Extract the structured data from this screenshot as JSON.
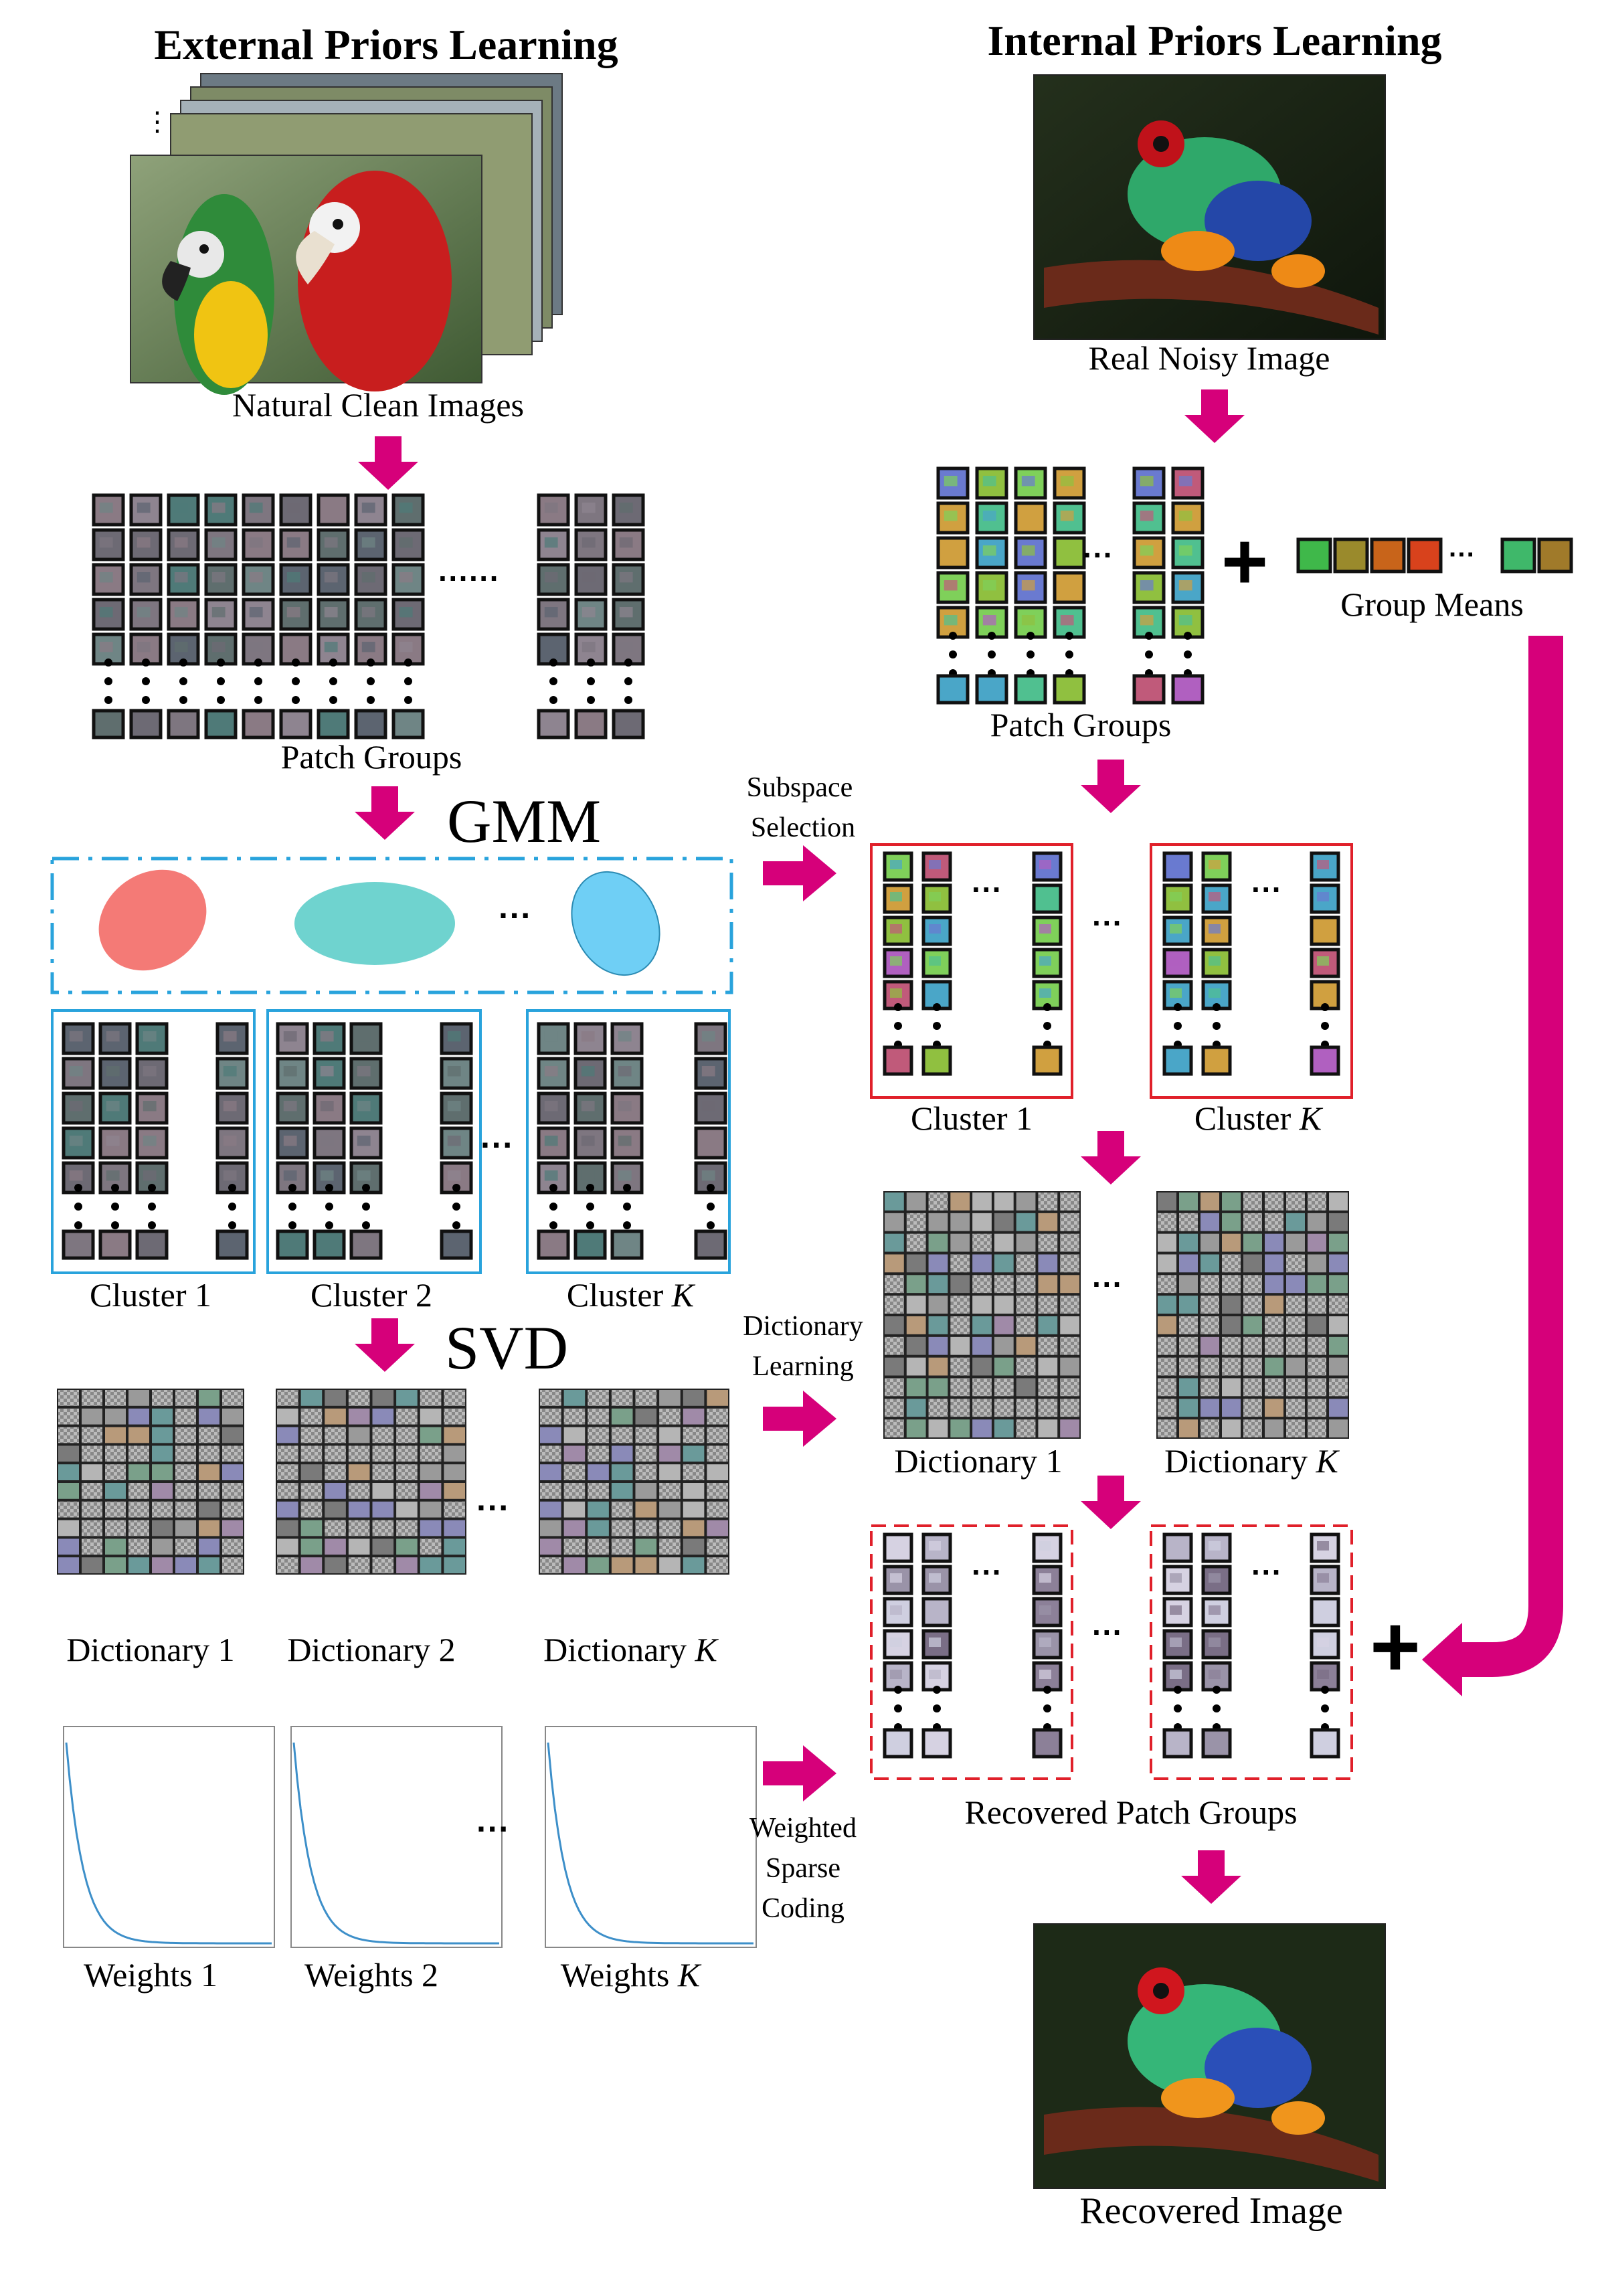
{
  "headings": {
    "external": "External Priors Learning",
    "internal": "Internal Priors Learning"
  },
  "labels": {
    "natural_clean_images": "Natural Clean Images",
    "patch_groups_left": "Patch Groups",
    "gmm": "GMM",
    "svd": "SVD",
    "cluster_1": "Cluster 1",
    "cluster_2": "Cluster 2",
    "cluster_k_prefix": "Cluster",
    "k": "K",
    "dictionary_1": "Dictionary 1",
    "dictionary_2": "Dictionary 2",
    "dictionary_k_prefix": "Dictionary",
    "weights_1": "Weights 1",
    "weights_2": "Weights 2",
    "weights_k_prefix": "Weights",
    "real_noisy_image": "Real Noisy Image",
    "group_means": "Group Means",
    "patch_groups_right": "Patch Groups",
    "subspace_1": "Subspace",
    "subspace_2": "Selection",
    "dictlearn_1": "Dictionary",
    "dictlearn_2": "Learning",
    "wsc_1": "Weighted",
    "wsc_2": "Sparse",
    "wsc_3": "Coding",
    "r_cluster_1": "Cluster 1",
    "r_dictionary_1": "Dictionary 1",
    "recovered_patch_groups": "Recovered Patch Groups",
    "recovered_image": "Recovered Image",
    "ellipsis": "···",
    "plus": "+"
  },
  "colors": {
    "arrow": "#d6007a",
    "gmm_box": "#29a3dc",
    "cluster_box": "#29a3dc",
    "red_box": "#e0202a",
    "ellipse_red": "#f47a76",
    "ellipse_teal": "#6fd3cf",
    "ellipse_blue": "#6fcff5",
    "weight_curve": "#3d8fc9"
  }
}
